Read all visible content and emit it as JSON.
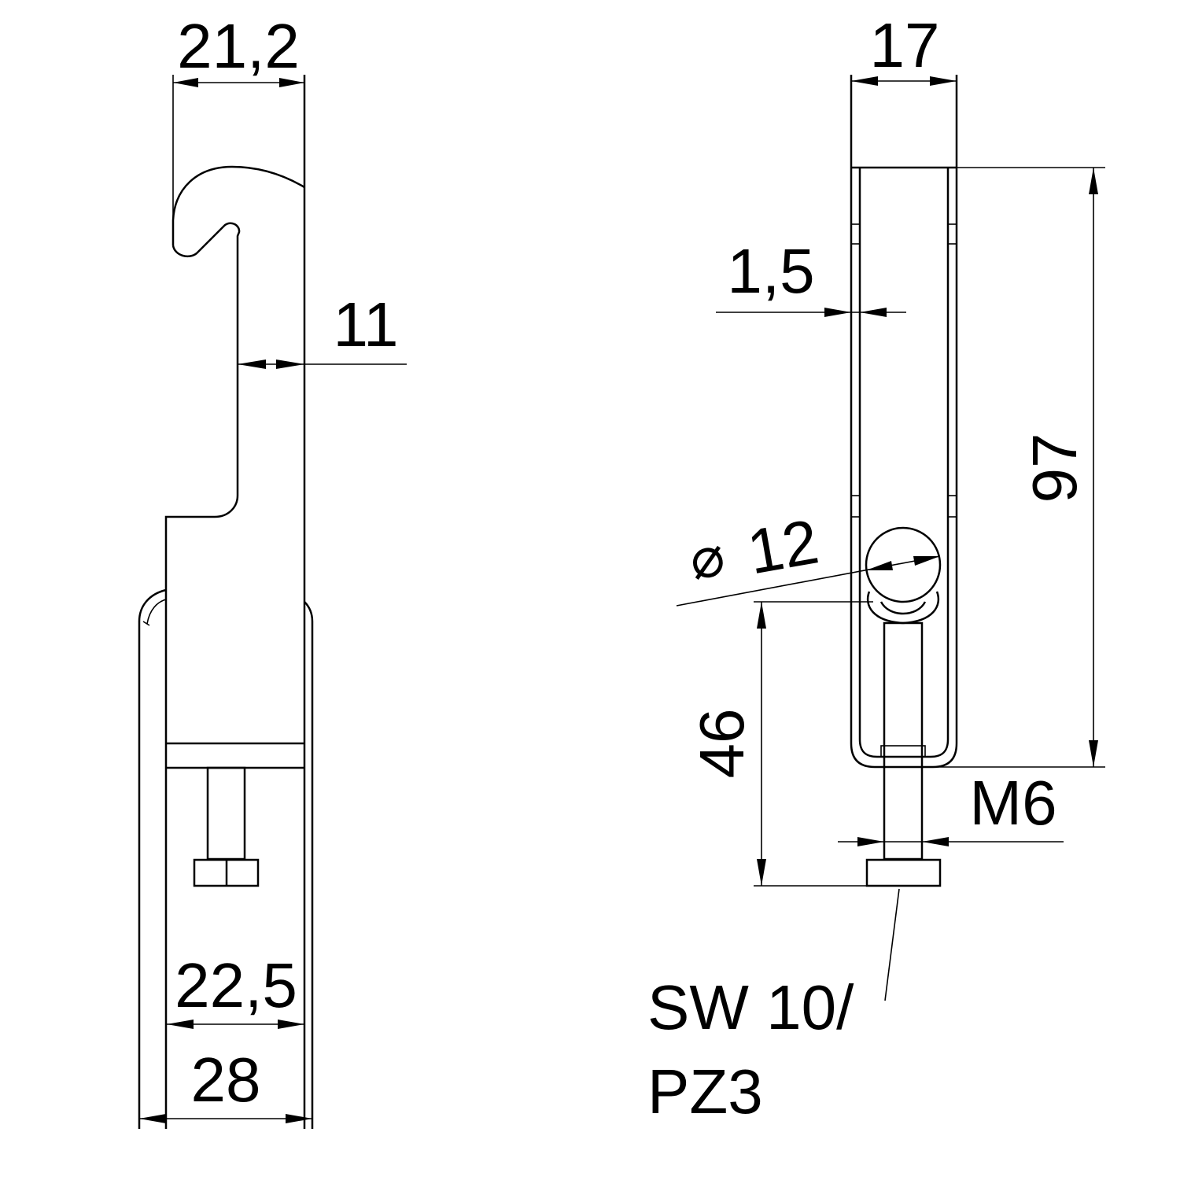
{
  "drawing": {
    "side_view": {
      "dim_top_width": "21,2",
      "dim_hook_depth": "11",
      "dim_inner_width": "22,5",
      "dim_outer_width": "28"
    },
    "front_view": {
      "dim_width": "17",
      "dim_wall": "1,5",
      "dim_height": "97",
      "dim_diameter_symbol": "⌀",
      "dim_diameter": "12",
      "dim_clamp_range": "46",
      "dim_thread": "M6",
      "callout_line1": "SW 10/",
      "callout_line2": "PZ3"
    }
  }
}
